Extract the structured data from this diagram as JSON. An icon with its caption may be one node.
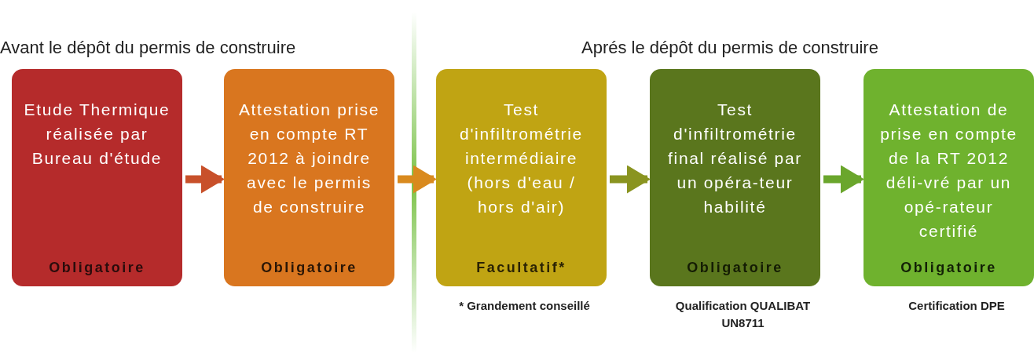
{
  "diagram": {
    "nodes": [
      {
        "text": [
          "Etude Thermique réalisée par Bureau d'étude",
          "Obligatoire"
        ]
      },
      {
        "text": [
          "Attestation prise en compte RT 2012 à joindre avec le permis de construire",
          "Obligatoire"
        ]
      },
      {
        "text": [
          "Test d'infiltrométrie intermédiaire (hors d'eau / hors d'air)",
          "Facultatif*"
        ],
        "beside": [
          "* Grandement conseillé"
        ]
      },
      {
        "text": [
          "Test d'infiltrométrie final réalisé par un opéra-teur habilité",
          "Obligatoire"
        ],
        "beside": [
          "Qualification QUALIBAT UN8711"
        ]
      },
      {
        "text": [
          "Attestation de prise en compte de la RT 2012 déli-vré par un opé-rateur certifié",
          "Obligatoire"
        ],
        "beside": [
          "Certification DPE"
        ]
      }
    ],
    "edges": [
      {
        "from": 0,
        "to": 1,
        "arrow": "to",
        "color": "#c8502a"
      },
      {
        "from": 1,
        "to": 2,
        "arrow": "to",
        "color": "#d98a1e"
      },
      {
        "from": 2,
        "to": 3,
        "arrow": "to",
        "color": "#8a9420"
      },
      {
        "from": 3,
        "to": 4,
        "arrow": "to",
        "color": "#6aa62c"
      }
    ],
    "labels": [
      "Avant le dépôt du permis de construire",
      "Aprés le dépôt du permis de construire"
    ]
  }
}
